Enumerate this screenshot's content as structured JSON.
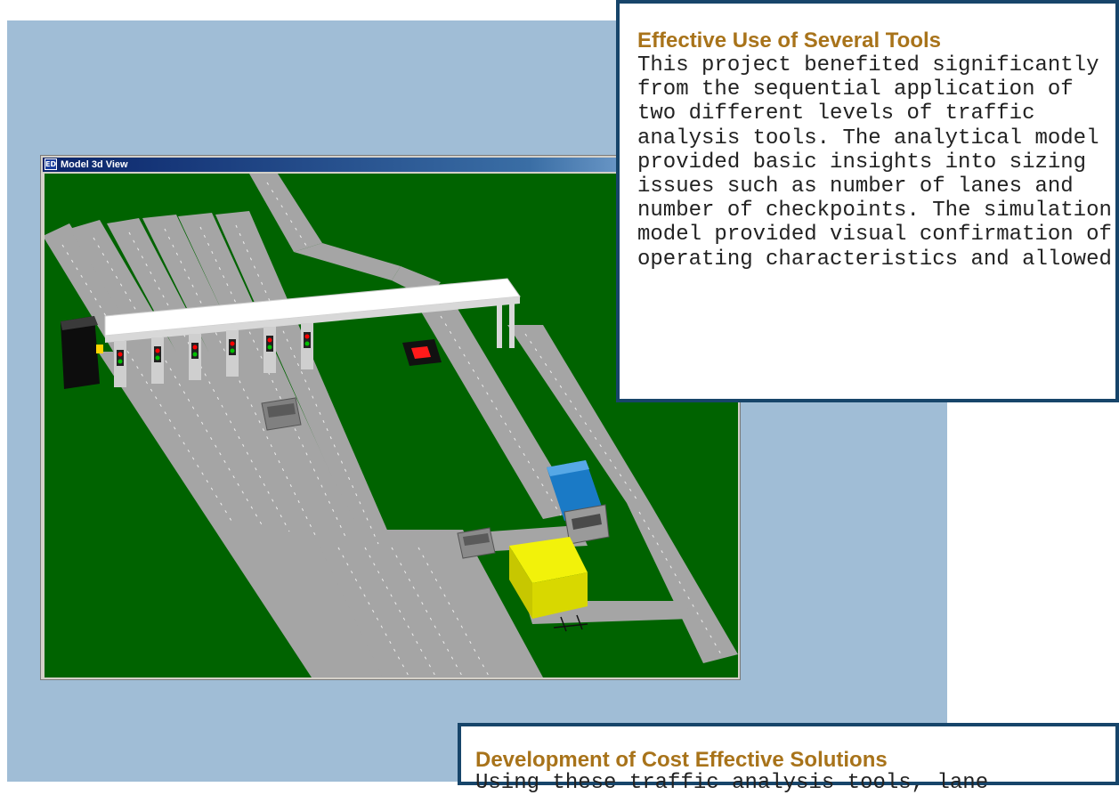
{
  "window": {
    "title": "Model 3d View",
    "icon": "ED"
  },
  "callouts": {
    "tools": {
      "heading": "Effective Use of Several Tools",
      "body": "This project benefited significantly from the sequential application of two different levels of traffic analysis tools. The analytical model provided basic insights into sizing issues such as number of lanes and number of checkpoints. The simulation model provided visual confirmation of operating characteristics and allowed"
    },
    "solutions": {
      "heading": "Development of Cost Effective Solutions",
      "body": "Using these traffic analysis tools, lane"
    }
  },
  "colors": {
    "panel_bg": "#a0bdd6",
    "callout_border": "#17456a",
    "heading": "#a8731a",
    "grass": "#006300",
    "road": "#a5a5a5",
    "canopy": "#ffffff",
    "truck_cab": "#9a9a9a",
    "truck_trailer": "#1a7ac6",
    "inspection_box": "#f2f20a",
    "signal_red": "#ff0000",
    "signal_green": "#00c000"
  }
}
